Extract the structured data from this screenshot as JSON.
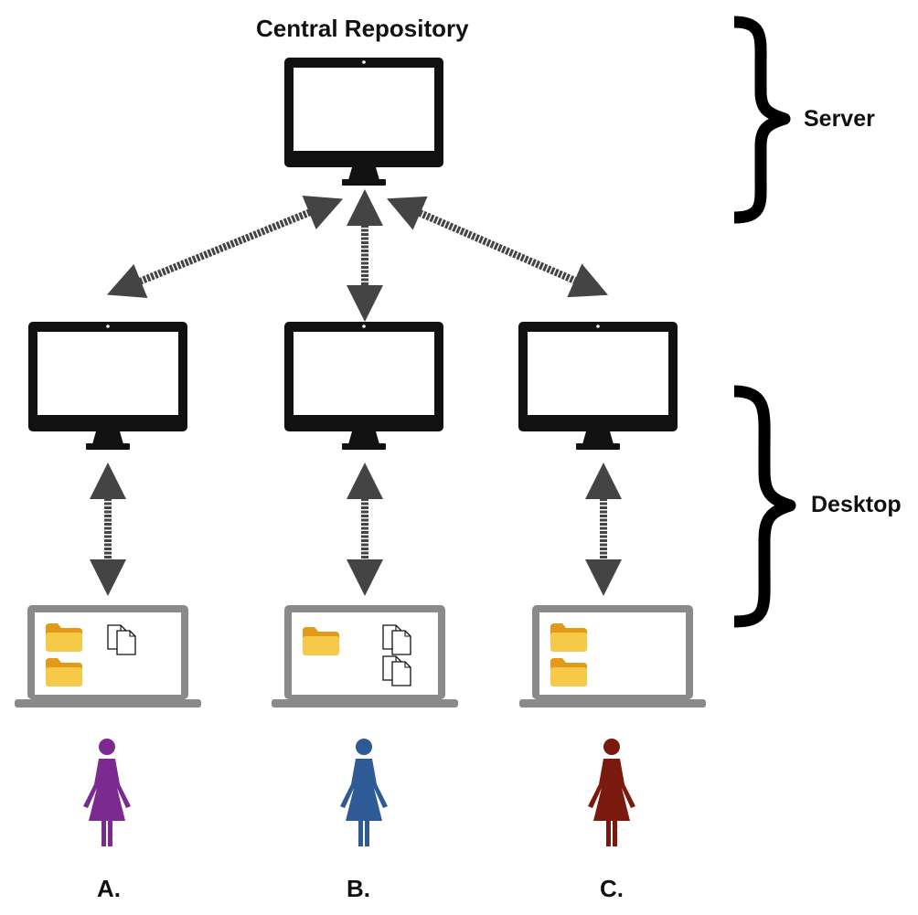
{
  "title": "Central Repository",
  "tiers": {
    "server": "Server",
    "desktop": "Desktop"
  },
  "users": [
    {
      "label": "A.",
      "color": "#7b2a8f"
    },
    {
      "label": "B.",
      "color": "#2e5a96"
    },
    {
      "label": "C.",
      "color": "#7a1a0f"
    }
  ],
  "colors": {
    "monitor": "#111111",
    "laptop": "#8a8a8a",
    "arrow": "#444444",
    "folder": "#f2b22c"
  },
  "icons": [
    "monitor-icon",
    "laptop-icon",
    "folder-icon",
    "documents-icon",
    "person-icon",
    "double-arrow-icon",
    "curly-brace-icon"
  ]
}
